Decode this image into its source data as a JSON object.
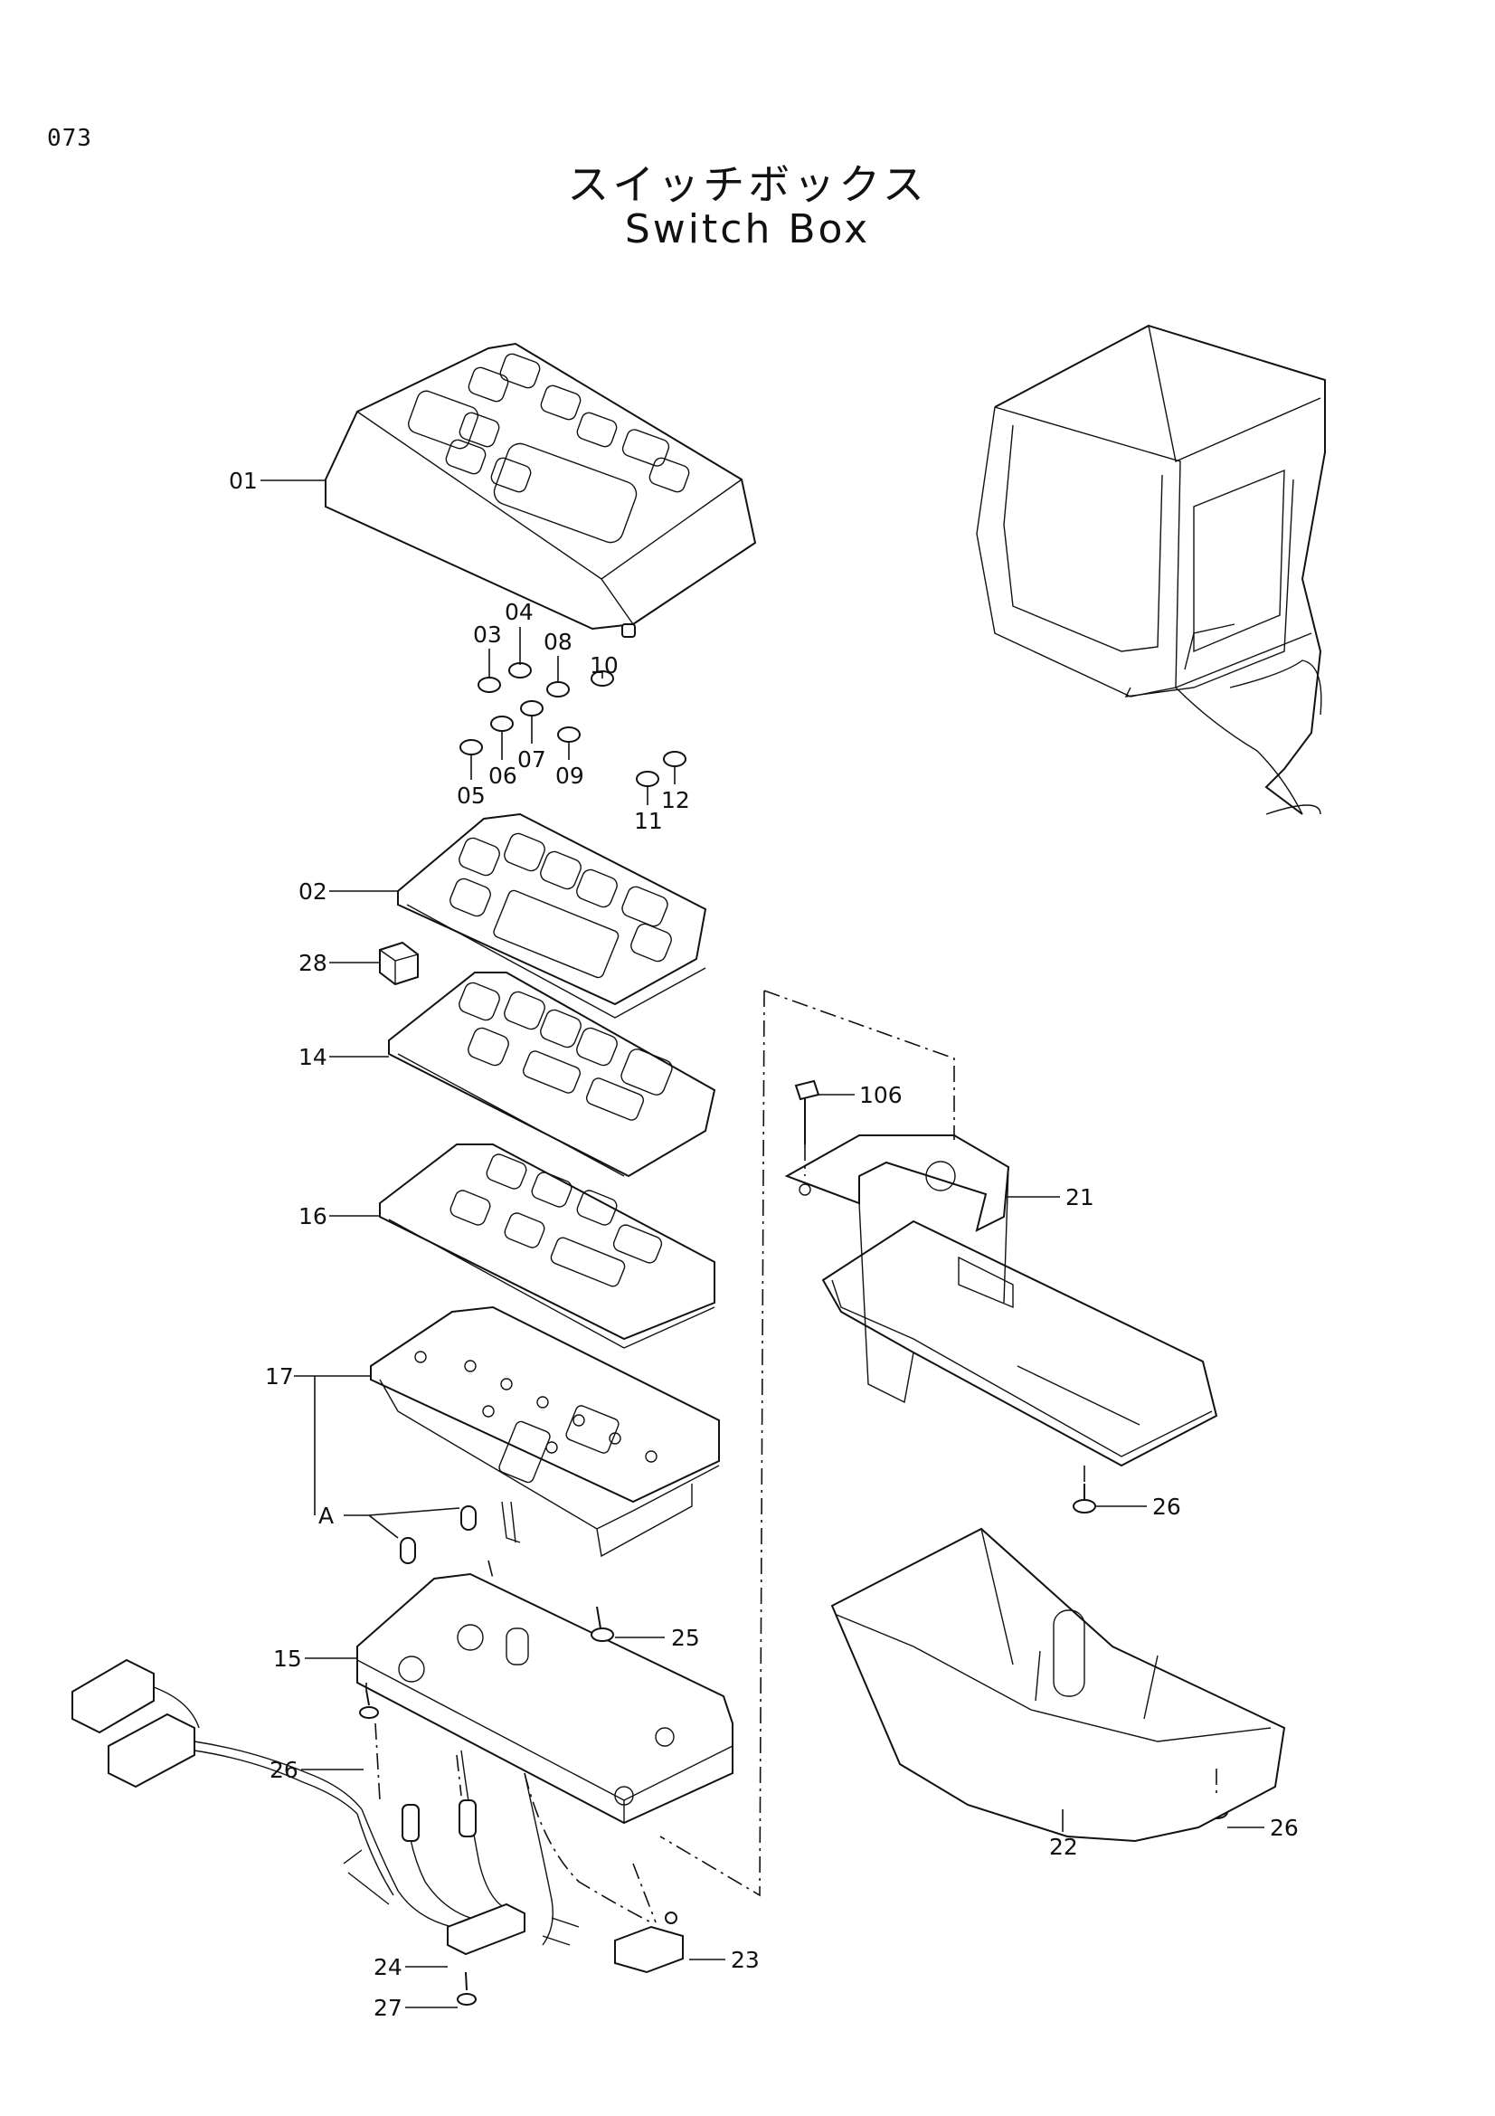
{
  "page": {
    "number": "073"
  },
  "title": {
    "japanese": "スイッチボックス",
    "english": "Switch Box"
  },
  "callouts": {
    "c01": "01",
    "c02": "02",
    "c03": "03",
    "c04": "04",
    "c05": "05",
    "c06": "06",
    "c07": "07",
    "c08": "08",
    "c09": "09",
    "c10": "10",
    "c11": "11",
    "c12": "12",
    "c14": "14",
    "c15": "15",
    "c16": "16",
    "c17": "17",
    "c21": "21",
    "c22": "22",
    "c23": "23",
    "c24": "24",
    "c25": "25",
    "c26a": "26",
    "c26b": "26",
    "c26c": "26",
    "c27": "27",
    "c28": "28",
    "c106": "106",
    "cA": "A"
  }
}
